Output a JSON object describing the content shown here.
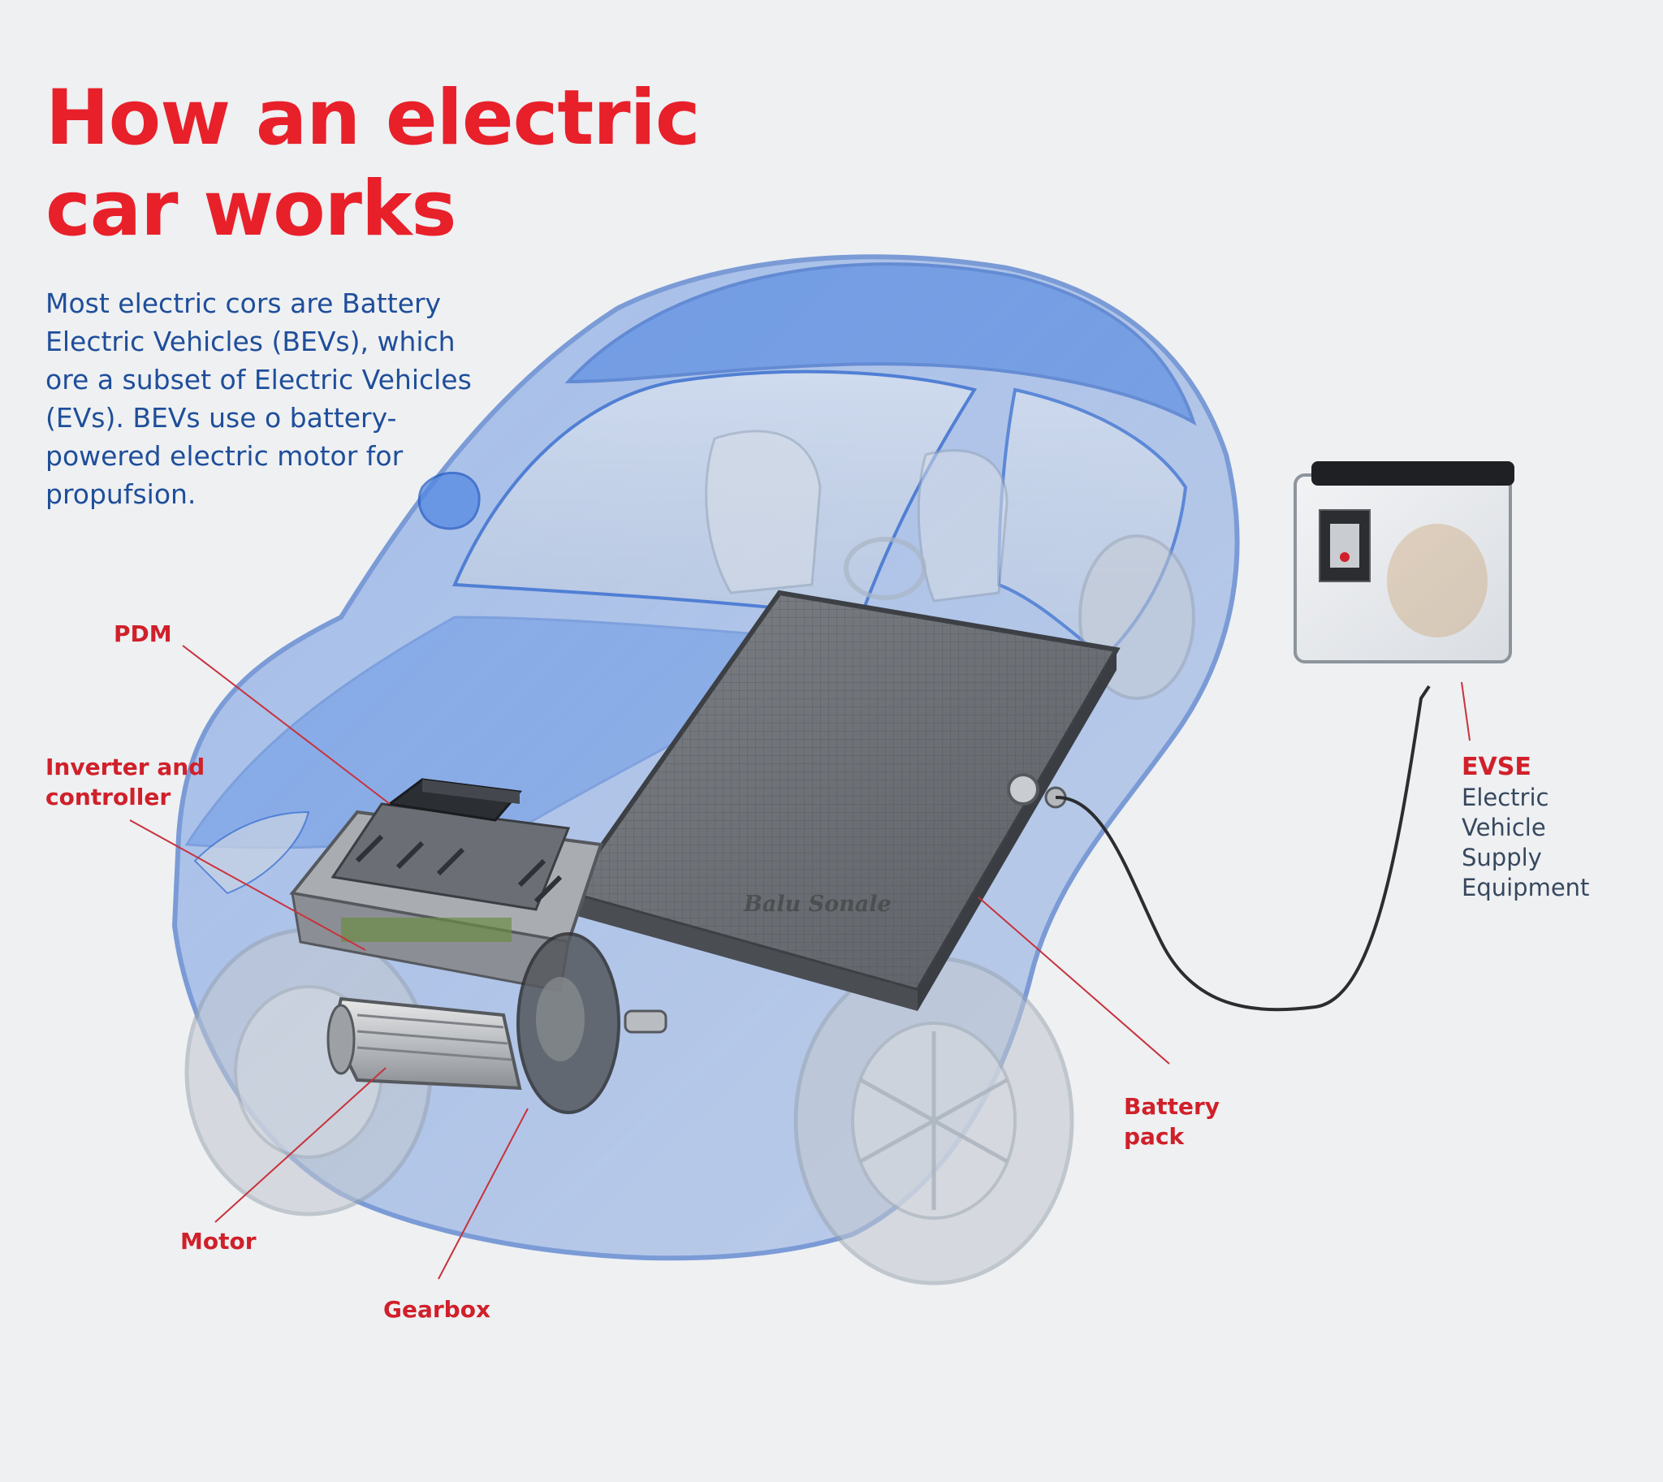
{
  "title": {
    "line1": "How an electric",
    "line2": "car works"
  },
  "intro": "Most electric cors are Battery Electric Vehicles (BEVs), which ore a subset of Electric Vehicles (EVs). BEVs use o battery-powered electric motor for propufsion.",
  "labels": {
    "pdm": "PDM",
    "inverter": "Inverter and\ncontroller",
    "motor": "Motor",
    "gearbox": "Gearbox",
    "battery": "Battery\npack",
    "evse_title": "EVSE",
    "evse_desc": "Electric\nVehicle\nSupply\nEquipment"
  },
  "watermark": "Balu Sonale",
  "colors": {
    "title_red": "#e8202a",
    "label_red": "#d0202a",
    "intro_blue": "#1f4e9a",
    "car_blue": "#2a63c9",
    "leader_line": "#c8323c"
  }
}
